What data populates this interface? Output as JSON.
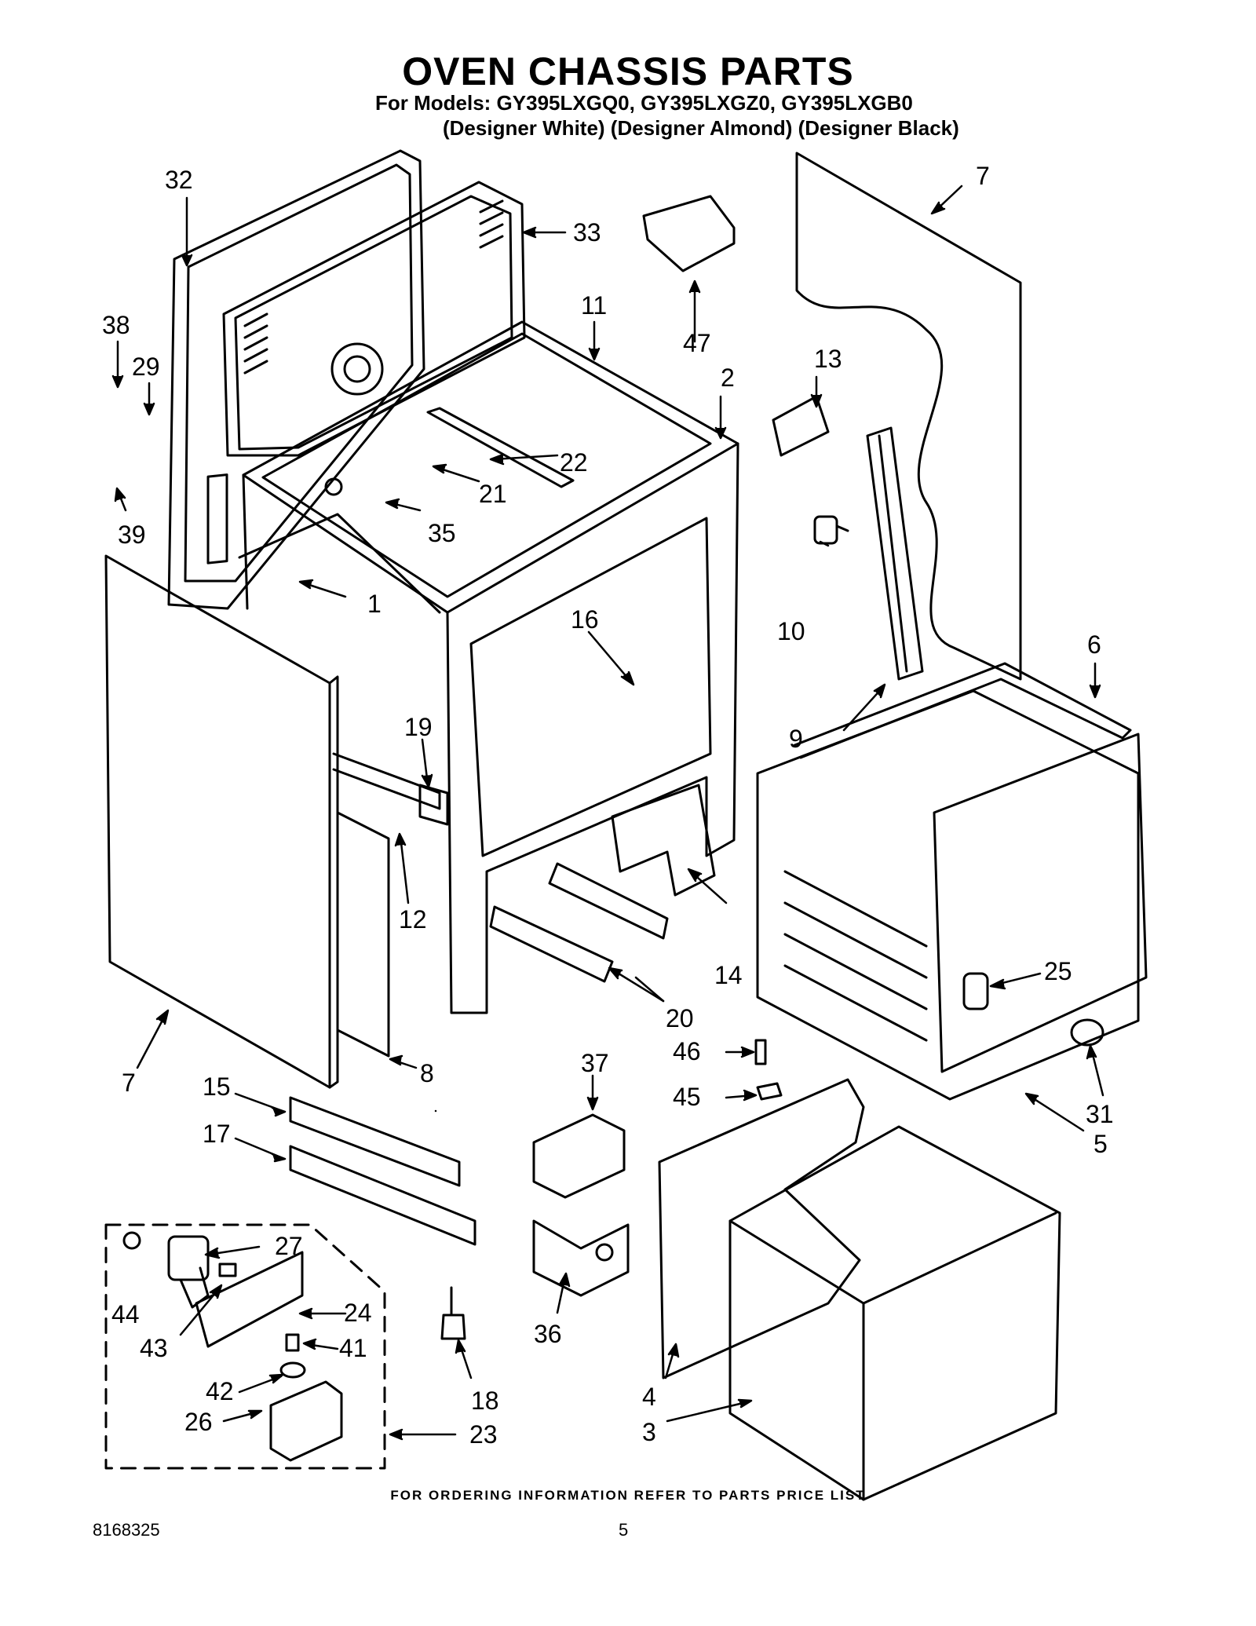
{
  "header": {
    "title": "OVEN CHASSIS PARTS",
    "models_line": "For Models: GY395LXGQ0, GY395LXGZ0, GY395LXGB0",
    "colors_line": "(Designer White) (Designer Almond) (Designer Black)"
  },
  "callouts": [
    "1",
    "2",
    "3",
    "4",
    "5",
    "6",
    "7",
    "7",
    "8",
    "9",
    "10",
    "11",
    "12",
    "13",
    "14",
    "15",
    "16",
    "17",
    "18",
    "19",
    "20",
    "21",
    "22",
    "23",
    "24",
    "25",
    "26",
    "27",
    "29",
    "31",
    "32",
    "33",
    "35",
    "36",
    "37",
    "38",
    "39",
    "41",
    "42",
    "43",
    "44",
    "45",
    "46",
    "47"
  ],
  "footer": {
    "ordering_note": "FOR ORDERING INFORMATION REFER TO PARTS PRICE LIST",
    "document_number": "8168325",
    "page_number": "5"
  }
}
